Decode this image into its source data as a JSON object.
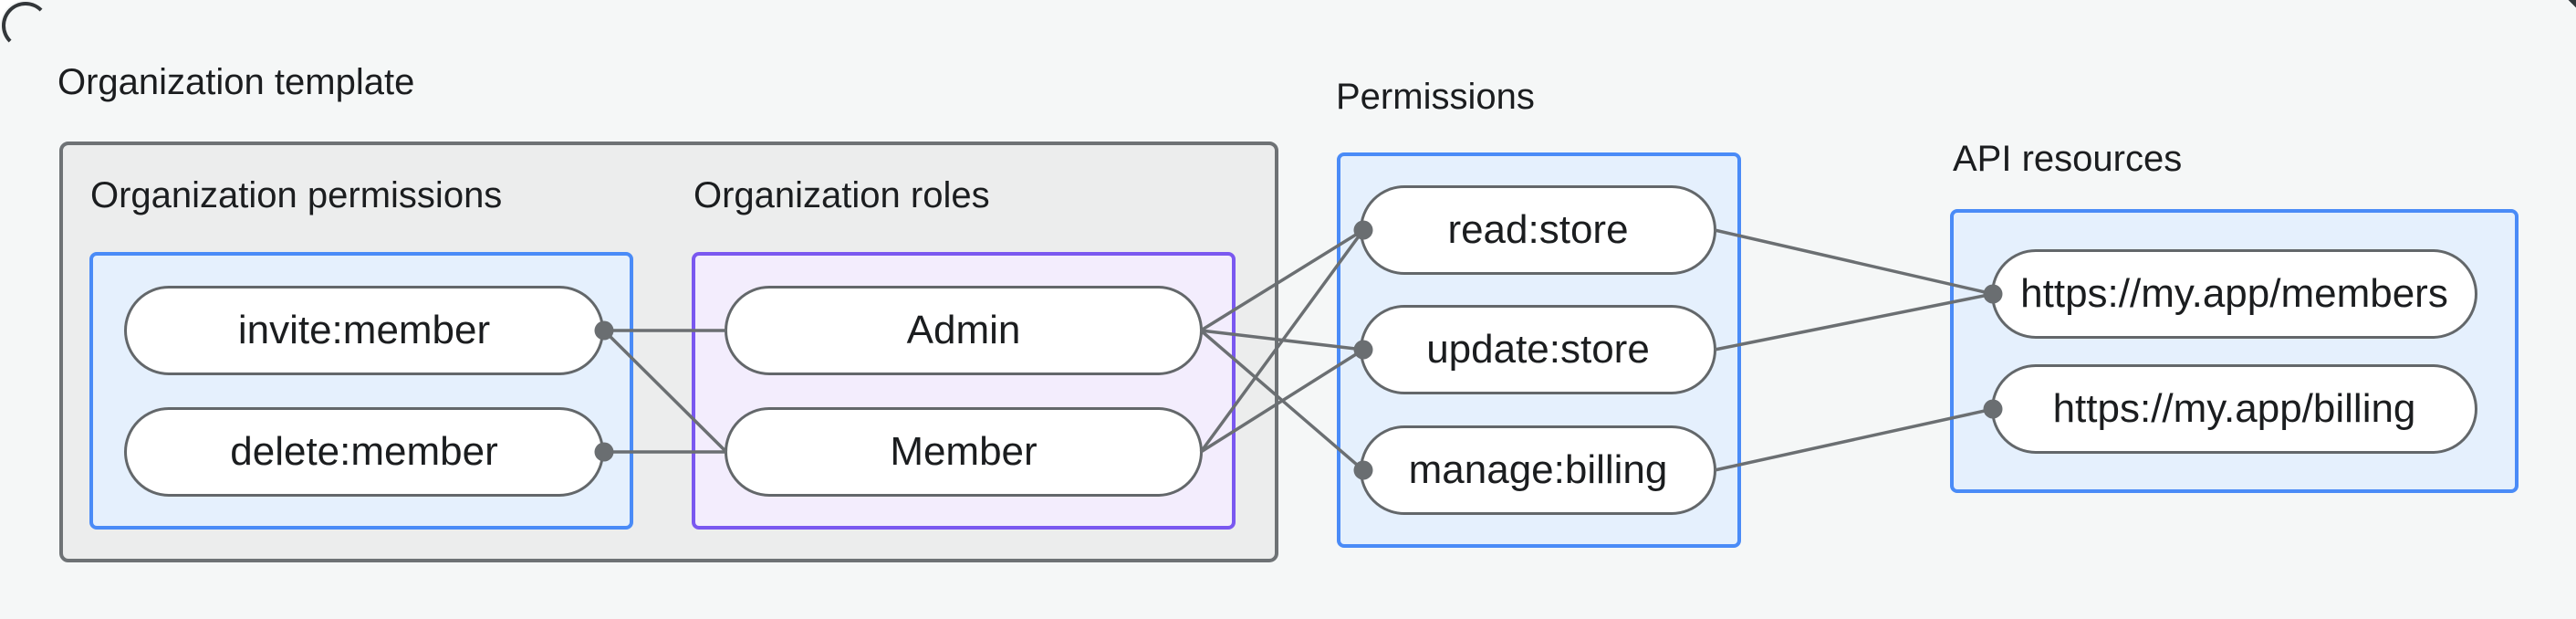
{
  "colors": {
    "canvas_background": "#F5F7F7",
    "outer_container_fill": "#ECEDED",
    "outer_container_border": "#6E7275",
    "blue_box_fill": "#E5F0FD",
    "blue_box_border": "#4A8BF7",
    "purple_box_fill": "#F3EDFD",
    "purple_box_border": "#7A58F0",
    "pill_fill": "#FFFFFF",
    "pill_border": "#63676A",
    "connector": "#6B6F72",
    "text": "#1B1D1F"
  },
  "org_template": {
    "title": "Organization template",
    "org_permissions": {
      "heading": "Organization permissions",
      "pills": [
        {
          "label": "invite:member"
        },
        {
          "label": "delete:member"
        }
      ]
    },
    "org_roles": {
      "heading": "Organization roles",
      "pills": [
        {
          "label": "Admin"
        },
        {
          "label": "Member"
        }
      ]
    }
  },
  "permissions": {
    "heading": "Permissions",
    "pills": [
      {
        "label": "read:store"
      },
      {
        "label": "update:store"
      },
      {
        "label": "manage:billing"
      }
    ]
  },
  "api_resources": {
    "heading": "API resources",
    "pills": [
      {
        "label": "https://my.app/members"
      },
      {
        "label": "https://my.app/billing"
      }
    ]
  },
  "connections": [
    {
      "from": "invite:member",
      "to": "Admin"
    },
    {
      "from": "invite:member",
      "to": "Member"
    },
    {
      "from": "delete:member",
      "to": "Member"
    },
    {
      "from": "Admin",
      "to": "read:store"
    },
    {
      "from": "Admin",
      "to": "update:store"
    },
    {
      "from": "Admin",
      "to": "manage:billing"
    },
    {
      "from": "Member",
      "to": "read:store"
    },
    {
      "from": "Member",
      "to": "update:store"
    },
    {
      "from": "read:store",
      "to": "https://my.app/members"
    },
    {
      "from": "update:store",
      "to": "https://my.app/members"
    },
    {
      "from": "manage:billing",
      "to": "https://my.app/billing"
    }
  ]
}
